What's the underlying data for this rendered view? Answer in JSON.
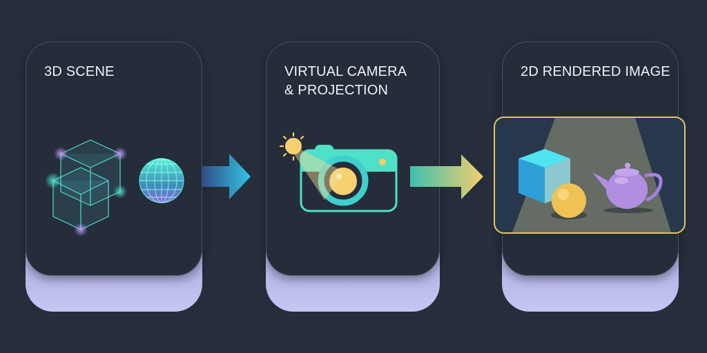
{
  "steps": [
    {
      "title_lines": [
        "3D SCENE"
      ]
    },
    {
      "title_lines": [
        "VIRTUAL CAMERA",
        "& PROJECTION"
      ]
    },
    {
      "title_lines": [
        "2D RENDERED IMAGE"
      ]
    }
  ],
  "colors": {
    "background": "#262d3b",
    "card": "#252c3a",
    "card_base": "#b4b3ea",
    "accent_teal": "#4fe0c8",
    "accent_yellow": "#f4cf6a",
    "accent_purple": "#b18ee0",
    "arrow_blue": "#33b8e0"
  }
}
